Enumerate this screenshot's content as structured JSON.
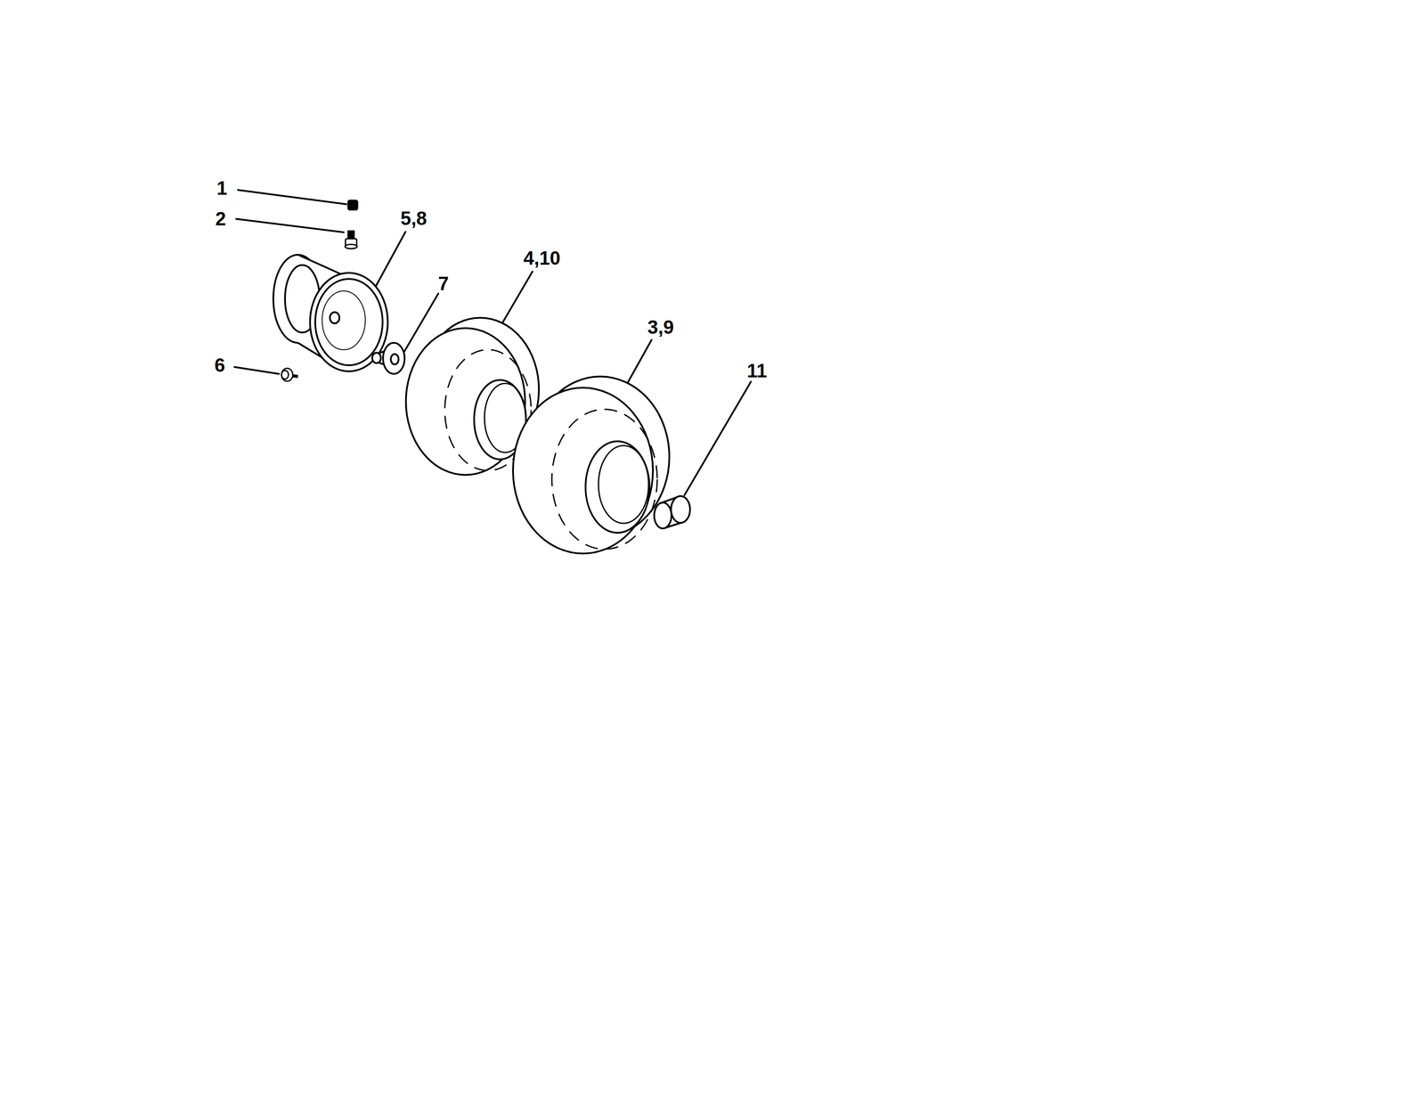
{
  "diagram": {
    "labels": [
      "1",
      "2",
      "5,8",
      "7",
      "4,10",
      "6",
      "3,9",
      "11"
    ]
  }
}
